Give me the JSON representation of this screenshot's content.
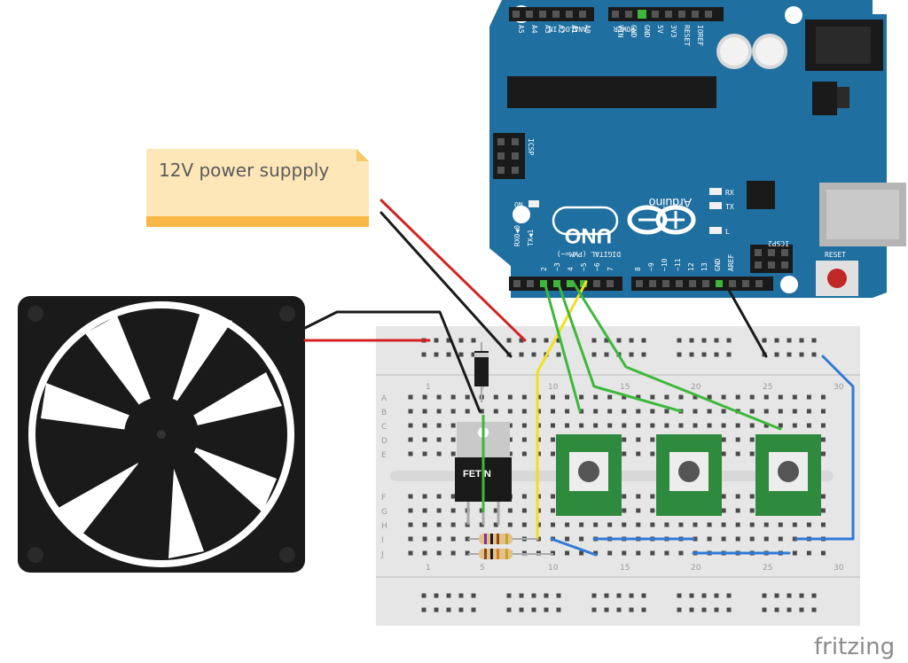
{
  "note": {
    "text": "12V power suppply"
  },
  "arduino": {
    "brand_text": "Arduino",
    "uno_text": "UNO",
    "icsp_label": "ICSP",
    "icsp2_label": "ICSP2",
    "reset_label": "RESET",
    "on_label": "ON",
    "tx_label": "TX",
    "rx_label": "RX",
    "l_label": "L",
    "digital_label": "DIGITAL (PWM=~)",
    "analog_label": "ANALOG IN",
    "power_label": "POWER",
    "top_analog_pins": [
      "A5",
      "A4",
      "A3",
      "A2",
      "A1",
      "A0"
    ],
    "top_power_pins": [
      "VIN",
      "GND",
      "GND",
      "5V",
      "3V3",
      "RESET",
      "IOREF"
    ],
    "digital_pins_left": [
      "RX0◀0",
      "TX◀1",
      "2",
      "~3",
      "4",
      "~5",
      "~6",
      "7"
    ],
    "digital_pins_right": [
      "8",
      "~9",
      "~10",
      "~11",
      "12",
      "13",
      "GND",
      "AREF"
    ]
  },
  "breadboard": {
    "column_numbers_top": [
      "1",
      "5",
      "10",
      "15",
      "20",
      "25",
      "30"
    ],
    "column_numbers_bottom": [
      "1",
      "5",
      "10",
      "15",
      "20",
      "25",
      "30"
    ],
    "row_letters": [
      "A",
      "B",
      "C",
      "D",
      "E",
      "F",
      "G",
      "H",
      "I",
      "J"
    ]
  },
  "mosfet": {
    "label": "FET N"
  },
  "watermark": {
    "text": "fritzing"
  },
  "colors": {
    "arduino": "#1f6fa0",
    "note_bg": "#fde7b8",
    "note_bar": "#f7b645",
    "wire_red": "#d42222",
    "wire_black": "#1a1a1a",
    "wire_yellow": "#f0e020",
    "wire_green": "#3db83a",
    "wire_blue": "#2f7ad8",
    "button_pcb": "#2e8b3e"
  }
}
